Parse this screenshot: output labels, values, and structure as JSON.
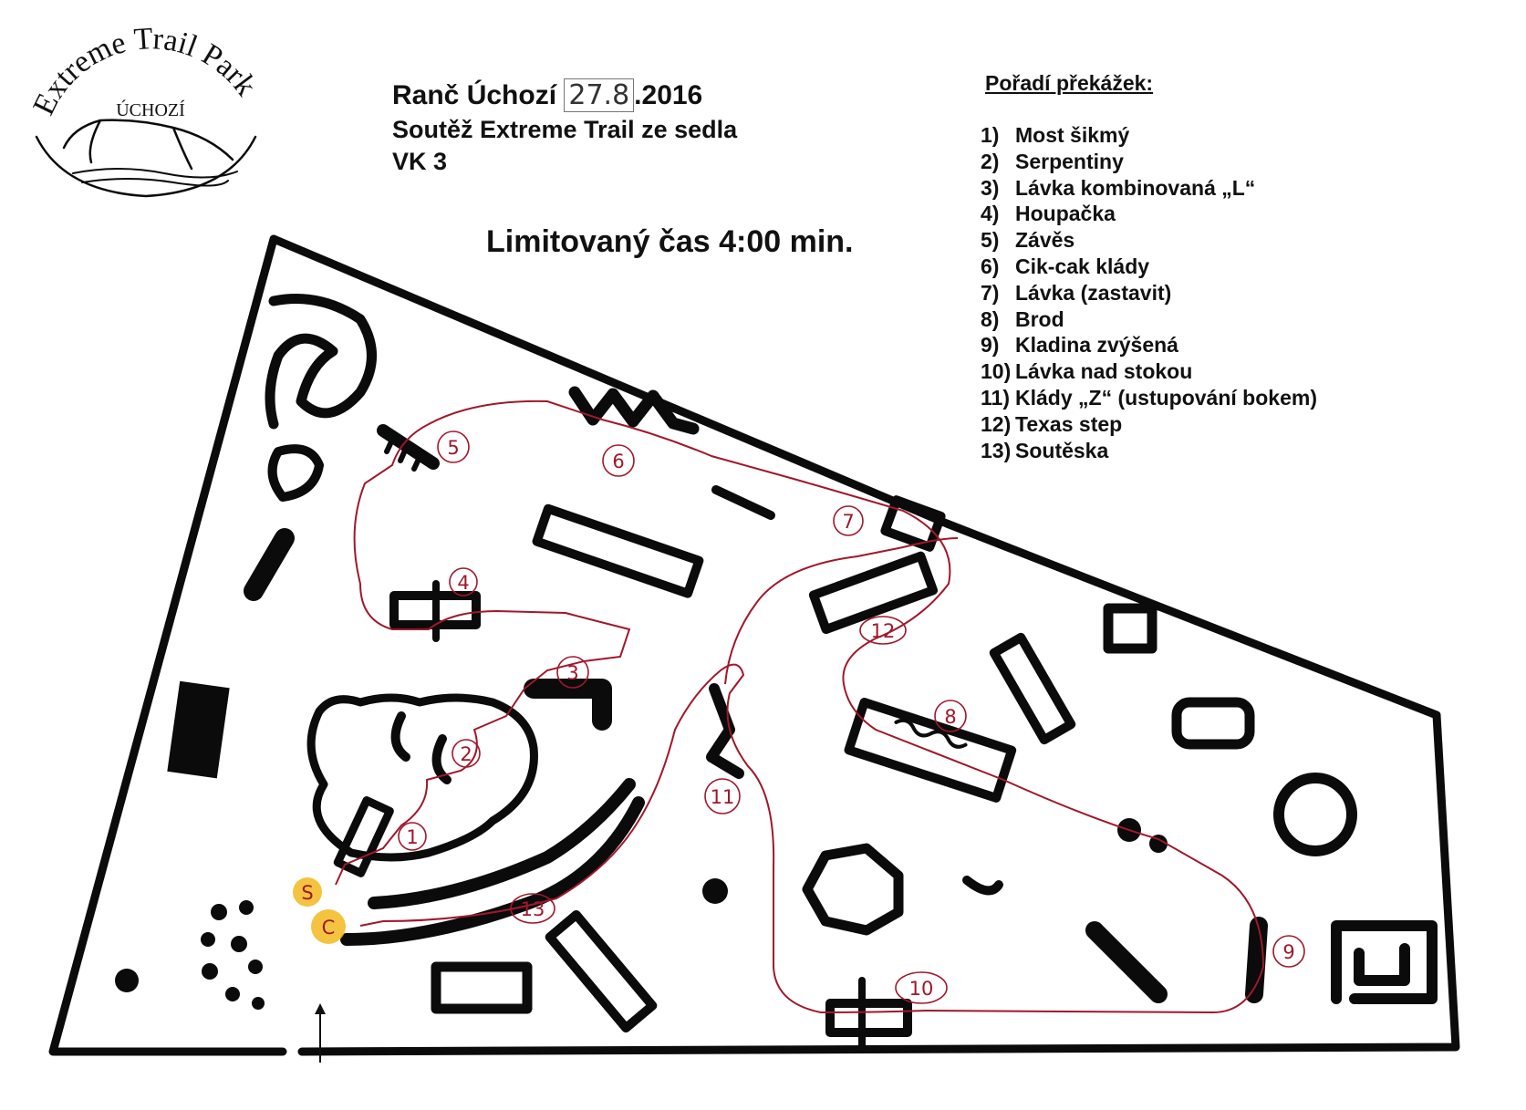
{
  "logo": {
    "arc_text": "Extreme Trail Park",
    "sub_text": "ÚCHOZÍ"
  },
  "header": {
    "title_prefix": "Ranč Úchozí",
    "date_handwritten": "27.8",
    "year": ".2016",
    "subtitle": "Soutěž Extreme Trail ze sedla",
    "category": "VK 3",
    "time_limit": "Limitovaný čas 4:00 min."
  },
  "obstacle_order": {
    "title": "Pořadí překážek:",
    "items": [
      {
        "num": "1)",
        "name": "Most šikmý"
      },
      {
        "num": "2)",
        "name": "Serpentiny"
      },
      {
        "num": "3)",
        "name": "Lávka kombinovaná „L“"
      },
      {
        "num": "4)",
        "name": "Houpačka"
      },
      {
        "num": "5)",
        "name": "Závěs"
      },
      {
        "num": "6)",
        "name": "Cik-cak klády"
      },
      {
        "num": "7)",
        "name": "Lávka (zastavit)"
      },
      {
        "num": "8)",
        "name": "Brod"
      },
      {
        "num": "9)",
        "name": "Kladina zvýšená"
      },
      {
        "num": "10)",
        "name": "Lávka nad stokou"
      },
      {
        "num": "11)",
        "name": "Klády „Z“ (ustupování bokem)"
      },
      {
        "num": "12)",
        "name": "Texas step"
      },
      {
        "num": "13)",
        "name": "Soutěska"
      }
    ]
  },
  "map_labels": {
    "start": "S",
    "finish": "C",
    "obstacles": [
      "1",
      "2",
      "3",
      "4",
      "5",
      "6",
      "7",
      "8",
      "9",
      "10",
      "11",
      "12",
      "13"
    ]
  },
  "colors": {
    "ink": "#0b0b0b",
    "route": "#a0182a",
    "start_finish_marker": "#f2b81e"
  }
}
